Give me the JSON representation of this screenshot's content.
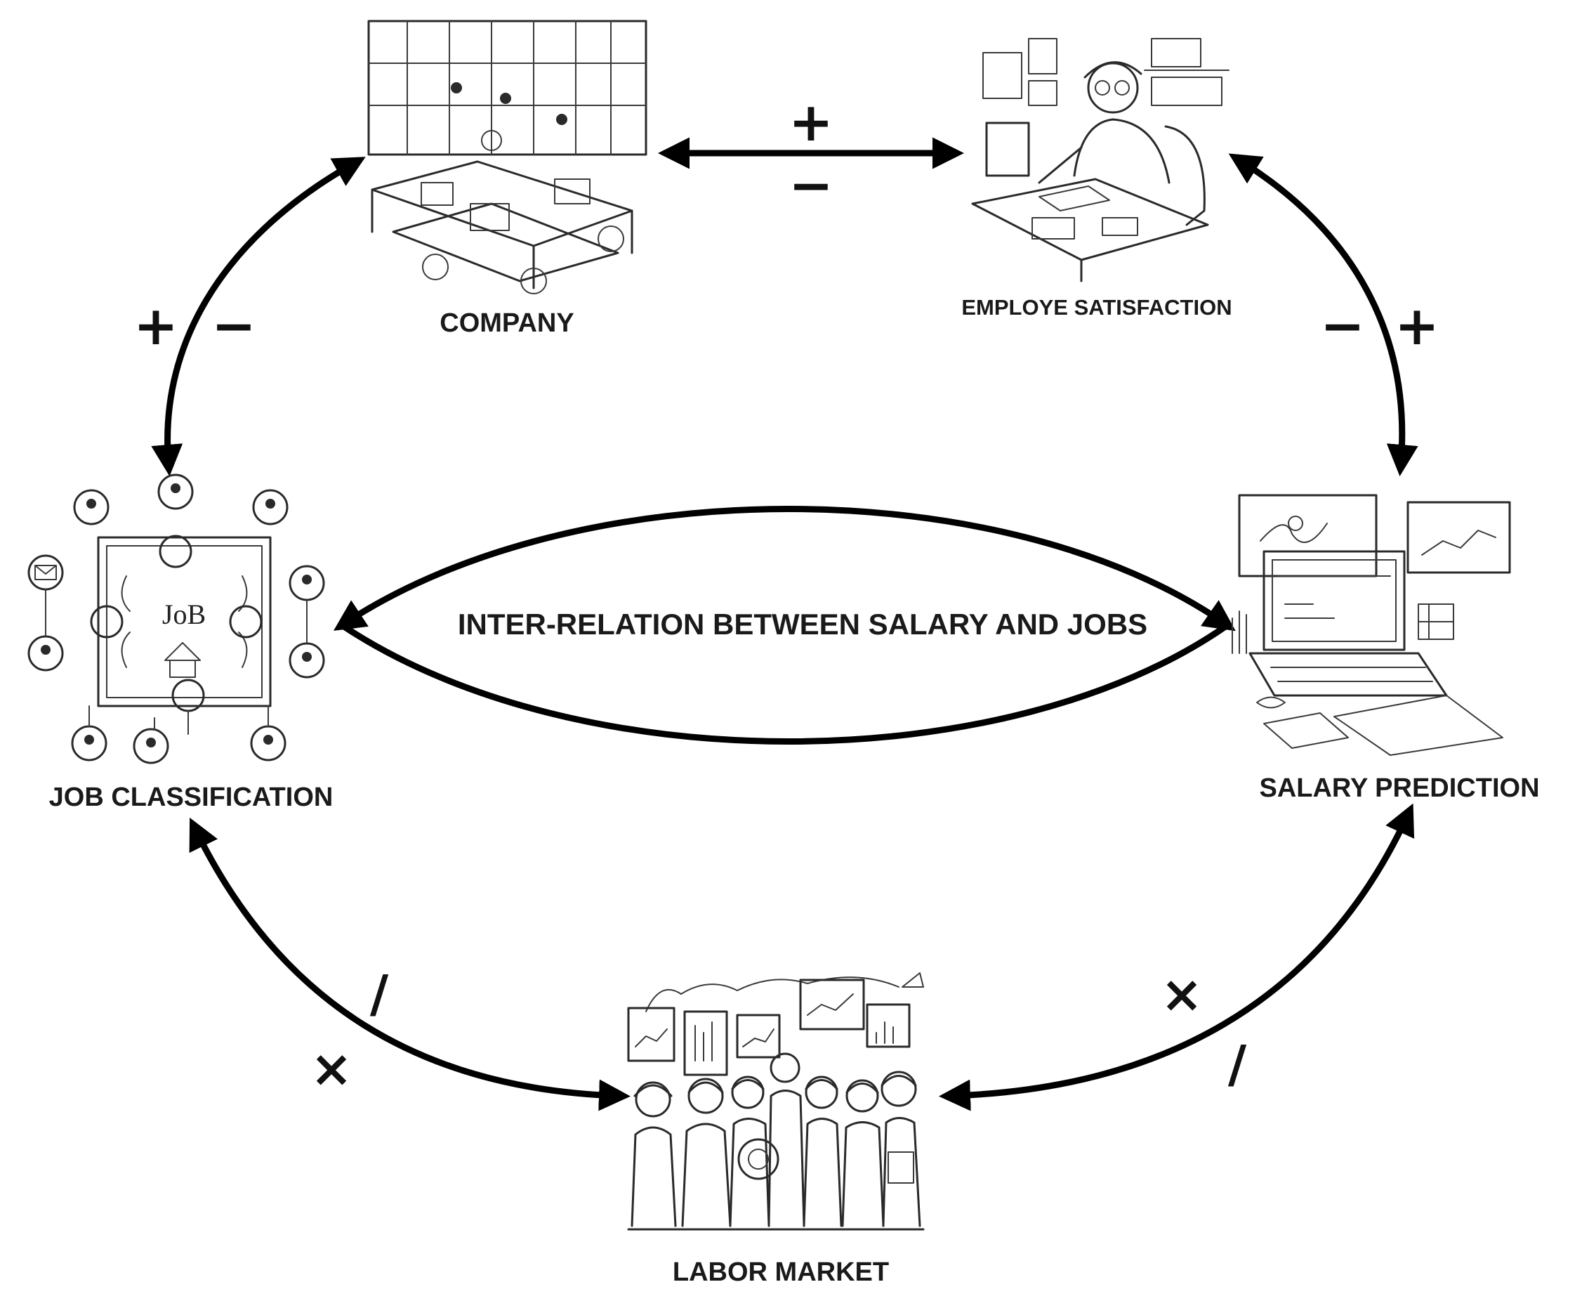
{
  "nodes": {
    "company": {
      "label": "COMPANY",
      "icon": "office-floor-icon"
    },
    "employee_satisfaction": {
      "label": "EMPLOYE SATISFACTION",
      "icon": "office-worker-icon"
    },
    "job_classification": {
      "label": "JOB CLASSIFICATION",
      "icon": "job-network-icon",
      "center_text": "JoB"
    },
    "salary_prediction": {
      "label": "SALARY PREDICTION",
      "icon": "analytics-desk-icon"
    },
    "labor_market": {
      "label": "LABOR MARKET",
      "icon": "workers-group-icon"
    }
  },
  "center_label": "INTER-RELATION BETWEEN SALARY AND JOBS",
  "links": [
    {
      "from": "company",
      "to": "employee_satisfaction",
      "signs": [
        "+",
        "−"
      ]
    },
    {
      "from": "company",
      "to": "job_classification",
      "signs": [
        "+",
        "−"
      ]
    },
    {
      "from": "employee_satisfaction",
      "to": "salary_prediction",
      "signs": [
        "−",
        "+"
      ]
    },
    {
      "from": "job_classification",
      "to": "salary_prediction",
      "signs": []
    },
    {
      "from": "job_classification",
      "to": "labor_market",
      "signs": [
        "/",
        "×"
      ]
    },
    {
      "from": "salary_prediction",
      "to": "labor_market",
      "signs": [
        "×",
        "/"
      ]
    }
  ],
  "colors": {
    "line": "#000000",
    "text": "#1a1a1a",
    "background": "#ffffff"
  }
}
